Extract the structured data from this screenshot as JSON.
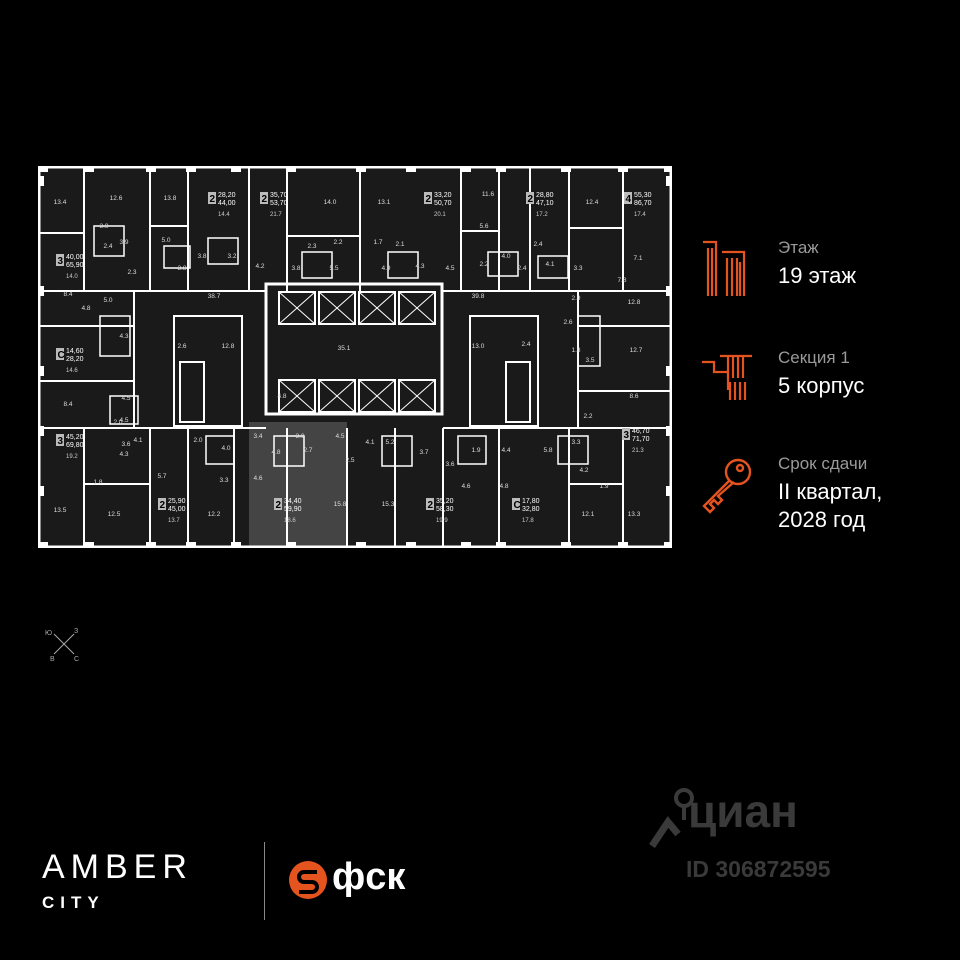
{
  "floor": {
    "label": "Этаж",
    "value": "19 этаж"
  },
  "section": {
    "label": "Секция 1",
    "value": "5 корпус"
  },
  "delivery": {
    "label": "Срок сдачи",
    "value_line1": "II квартал,",
    "value_line2": "2028 год"
  },
  "compass": {
    "n": "Ю",
    "e": "З",
    "w": "В",
    "s": "С"
  },
  "brand": {
    "name": "AMBER",
    "sub": "CITY",
    "partner": "фск"
  },
  "watermark": {
    "name": "циан",
    "id": "ID 306872595"
  },
  "colors": {
    "accent": "#e5531f",
    "plan_fill": "#1a1a1a",
    "wall": "#ffffff",
    "highlight": "#444444"
  },
  "apartments": [
    {
      "rooms": "3",
      "area_a": "40,00",
      "area_b": "65,90",
      "room": "14.0"
    },
    {
      "rooms": "2",
      "area_a": "28,20",
      "area_b": "44,00",
      "room": "14.4"
    },
    {
      "rooms": "2",
      "area_a": "35,70",
      "area_b": "53,70",
      "room": "21.7"
    },
    {
      "rooms": "2",
      "area_a": "33,20",
      "area_b": "50,70",
      "room": "20.1"
    },
    {
      "rooms": "2",
      "area_a": "28,80",
      "area_b": "47,10",
      "room": "17.2"
    },
    {
      "rooms": "4",
      "area_a": "55,30",
      "area_b": "86,70",
      "room": "17.4"
    },
    {
      "rooms": "С",
      "area_a": "14,60",
      "area_b": "28,20",
      "room": "14.6"
    },
    {
      "rooms": "3",
      "area_a": "45,20",
      "area_b": "69,80",
      "room": "19.2"
    },
    {
      "rooms": "3",
      "area_a": "46,70",
      "area_b": "71,70",
      "room": "21.3"
    },
    {
      "rooms": "2",
      "area_a": "25,90",
      "area_b": "45,00",
      "room": "13.7"
    },
    {
      "rooms": "2",
      "area_a": "34,40",
      "area_b": "59,90",
      "room": "18.6"
    },
    {
      "rooms": "2",
      "area_a": "35,20",
      "area_b": "58,30",
      "room": "19.9"
    },
    {
      "rooms": "С",
      "area_a": "17,80",
      "area_b": "32,80",
      "room": "17.8"
    }
  ],
  "room_labels": [
    "13.4",
    "12.6",
    "13.8",
    "14.0",
    "13.1",
    "11.6",
    "12.4",
    "3.9",
    "3.9",
    "5.0",
    "2.4",
    "2.3",
    "3.8",
    "3.8",
    "3.2",
    "4.2",
    "3.8",
    "2.3",
    "2.2",
    "5.5",
    "1.7",
    "2.1",
    "4.9",
    "4.3",
    "4.5",
    "5.6",
    "2.2",
    "4.0",
    "2.4",
    "2.4",
    "4.1",
    "3.3",
    "7.1",
    "7.8",
    "8.4",
    "5.0",
    "38.7",
    "39.8",
    "12.8",
    "4.8",
    "4.3",
    "2.6",
    "12.8",
    "35.1",
    "13.0",
    "2.4",
    "2.9",
    "2.6",
    "1.8",
    "3.5",
    "12.7",
    "4.5",
    "8.4",
    "4.5",
    "2.0",
    "3.6",
    "4.1",
    "2.0",
    "4.0",
    "3.4",
    "4.8",
    "3.0",
    "2.7",
    "4.5",
    "2.5",
    "4.1",
    "5.2",
    "3.7",
    "3.6",
    "1.9",
    "4.4",
    "4.6",
    "5.8",
    "4.8",
    "8.6",
    "2.2",
    "3.3",
    "4.2",
    "4.3",
    "1.8",
    "5.7",
    "3.3",
    "4.6",
    "1.9",
    "13.5",
    "12.5",
    "12.2",
    "15.8",
    "15.3",
    "12.1",
    "13.3",
    "4.8"
  ]
}
